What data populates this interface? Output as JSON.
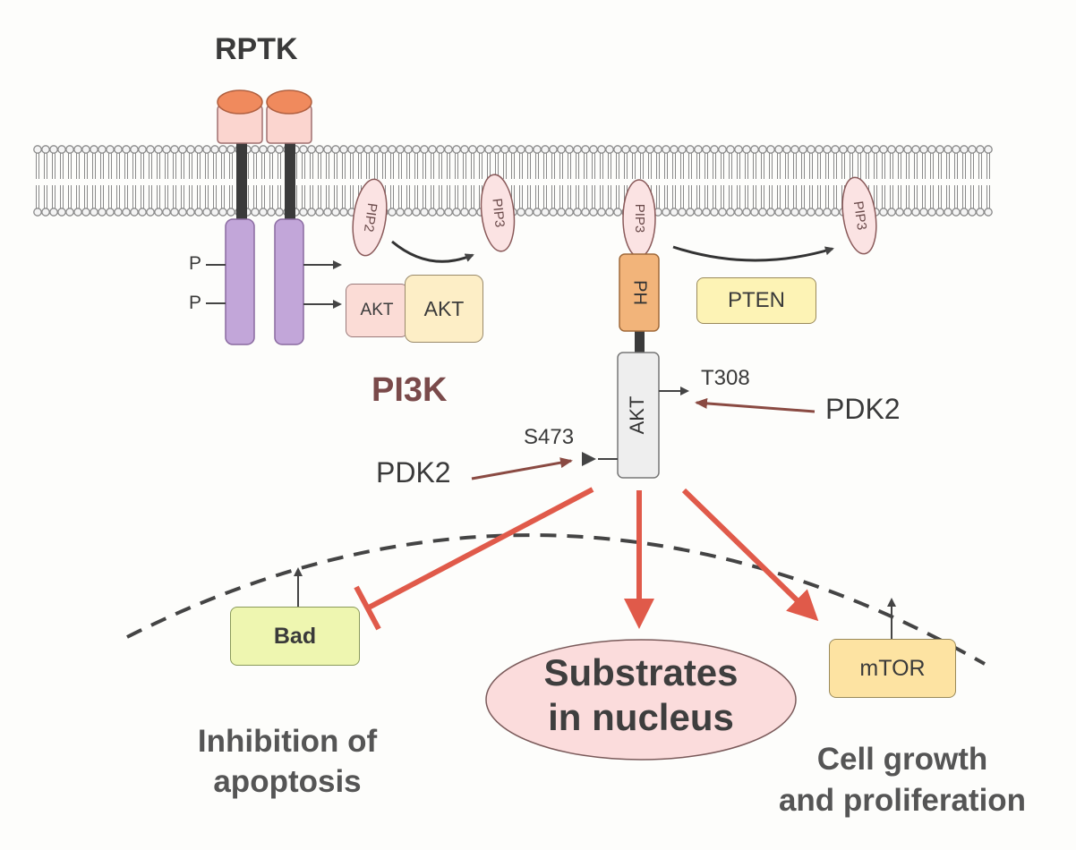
{
  "title": "RPTK",
  "receptor": {
    "p_label_1": "P",
    "p_label_2": "P"
  },
  "pip_labels": [
    "PIP2",
    "PIP3",
    "PIP3",
    "PIP3"
  ],
  "pi3k": {
    "subunit_1": "AKT",
    "subunit_2": "AKT",
    "label": "PI3K"
  },
  "akt_complex": {
    "ph_label": "PH",
    "akt_label": "AKT",
    "t308": "T308",
    "s473": "S473"
  },
  "kinases": {
    "pdk_right": "PDK2",
    "pdk_left": "PDK2"
  },
  "pten": "PTEN",
  "targets": {
    "bad": "Bad",
    "mtor": "mTOR",
    "substrates_line1": "Substrates",
    "substrates_line2": "in nucleus"
  },
  "outcomes": {
    "apoptosis_line1": "Inhibition of",
    "apoptosis_line2": "apoptosis",
    "growth_line1": "Cell growth",
    "growth_line2": "and proliferation"
  },
  "colors": {
    "membrane": "#8a8a8a",
    "receptor_cap": "#f08a5d",
    "receptor_body": "#fbd5cf",
    "receptor_tail": "#c2a6d9",
    "ph_domain": "#f2b47a",
    "pten_fill": "#fdf3b5",
    "bad_fill": "#eef6b0",
    "mtor_fill": "#fde3a2",
    "substrate_fill": "#fbdcdc",
    "red_arrow": "#e05a4a",
    "brown_arrow": "#8a4a42",
    "pi3k_text": "#7a4a4a"
  }
}
